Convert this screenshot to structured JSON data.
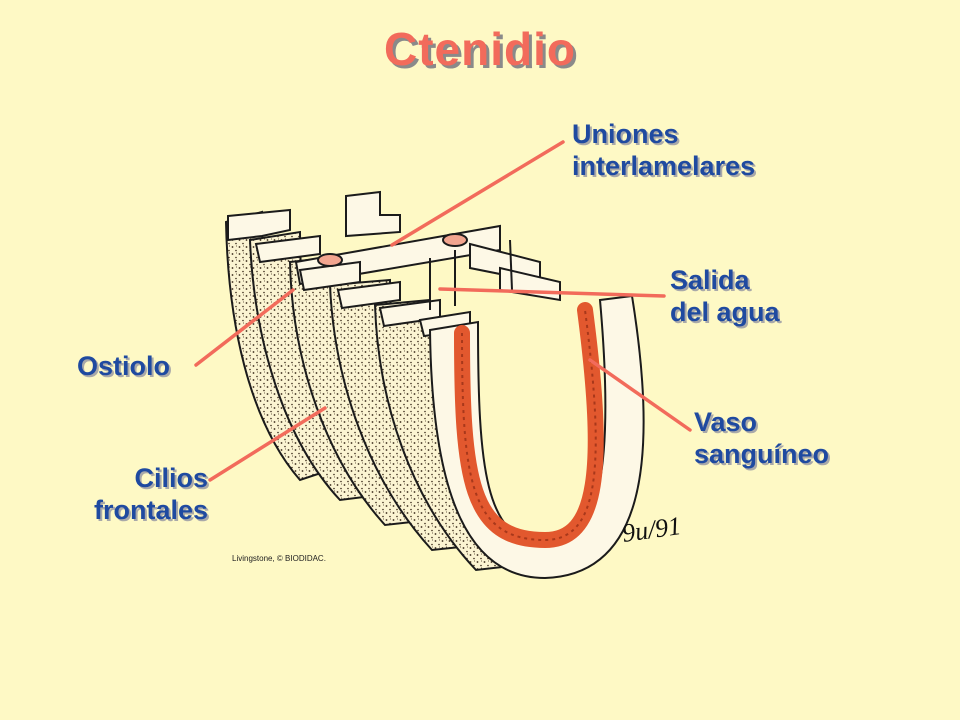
{
  "title": "Ctenidio",
  "labels": {
    "uniones": [
      "Uniones",
      "interlamelares"
    ],
    "salida": [
      "Salida",
      "del agua"
    ],
    "ostiolo": "Ostiolo",
    "vaso": [
      "Vaso",
      "sanguíneo"
    ],
    "cilios": [
      "Cilios",
      "frontales"
    ]
  },
  "credit": "Livingstone, © BIODIDAC.",
  "signature": "9u/91",
  "colors": {
    "background": "#FEF9C5",
    "title": "#F26B5B",
    "label": "#1f4aa0",
    "pointer": "#F26B5B",
    "vessel": "#E2582E"
  }
}
